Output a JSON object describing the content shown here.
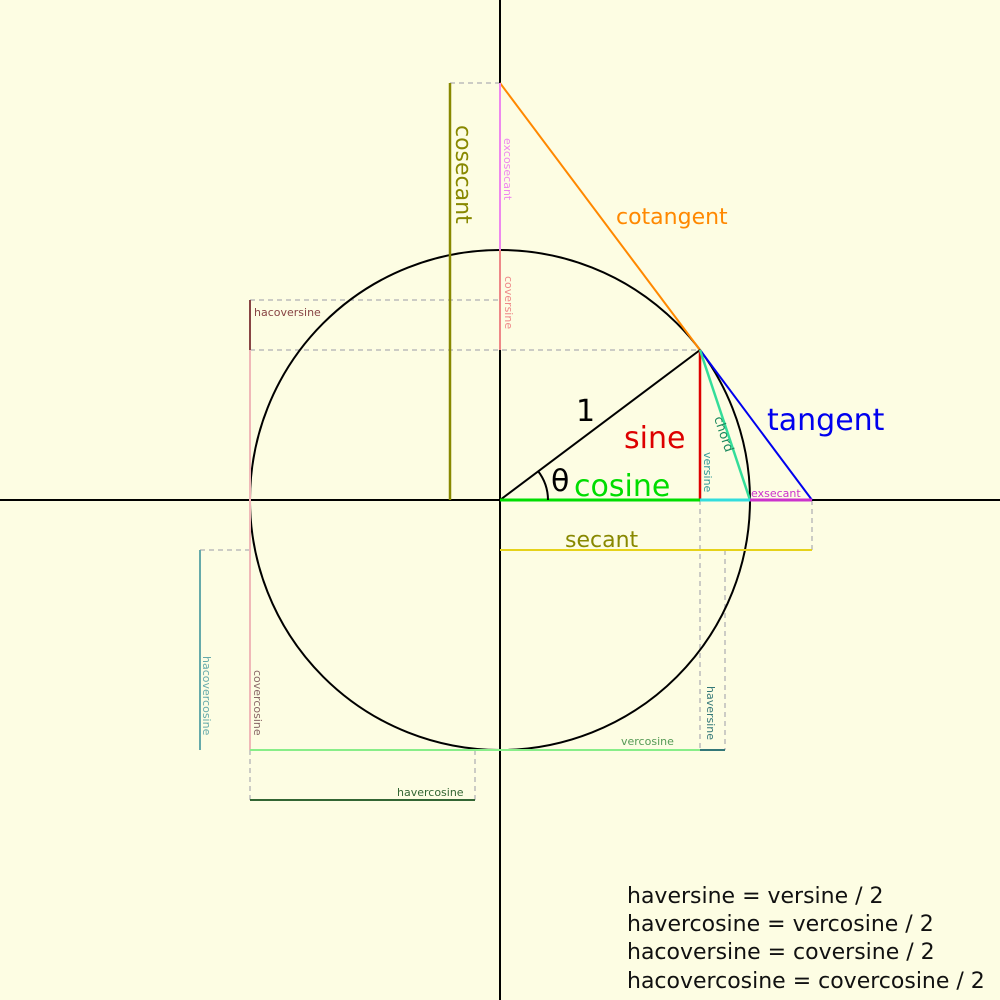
{
  "diagram": {
    "angle_symbol": "θ",
    "radius_label": "1",
    "labels": {
      "sine": "sine",
      "cosine": "cosine",
      "tangent": "tangent",
      "cotangent": "cotangent",
      "secant": "secant",
      "cosecant": "cosecant",
      "chord": "chord",
      "versine": "versine",
      "exsecant": "exsecant",
      "excosecant": "excosecant",
      "coversine": "coversine",
      "hacoversine": "hacoversine",
      "hacovercosine": "hacovercosine",
      "covercosine": "covercosine",
      "vercosine": "vercosine",
      "haversine": "haversine",
      "havercosine": "havercosine"
    },
    "colors": {
      "background": "#fdfde3",
      "axis": "#000000",
      "circle": "#000000",
      "guide": "#bbbbbb",
      "sine": "#dd0000",
      "cosine": "#00dd00",
      "tangent": "#0000ee",
      "cotangent": "#ff8800",
      "secant": "#e6d21a",
      "secant_text": "#888800",
      "cosecant": "#888800",
      "chord": "#33dd99",
      "chord_text": "#1d8a5e",
      "versine": "#339999",
      "exsecant": "#cc33cc",
      "exsecant_line": "#33dddd",
      "excosecant": "#ee88ee",
      "coversine": "#ee8888",
      "hacoversine": "#884444",
      "hacoversine_line": "#f0b8b8",
      "hacovercosine": "#66aaaa",
      "covercosine": "#886666",
      "vercosine": "#88ee88",
      "vercosine_text": "#559955",
      "haversine": "#337777",
      "havercosine": "#336633"
    },
    "formulas": [
      "haversine = versine / 2",
      "havercosine = vercosine / 2",
      "hacoversine = coversine / 2",
      "hacovercosine = covercosine / 2"
    ]
  }
}
